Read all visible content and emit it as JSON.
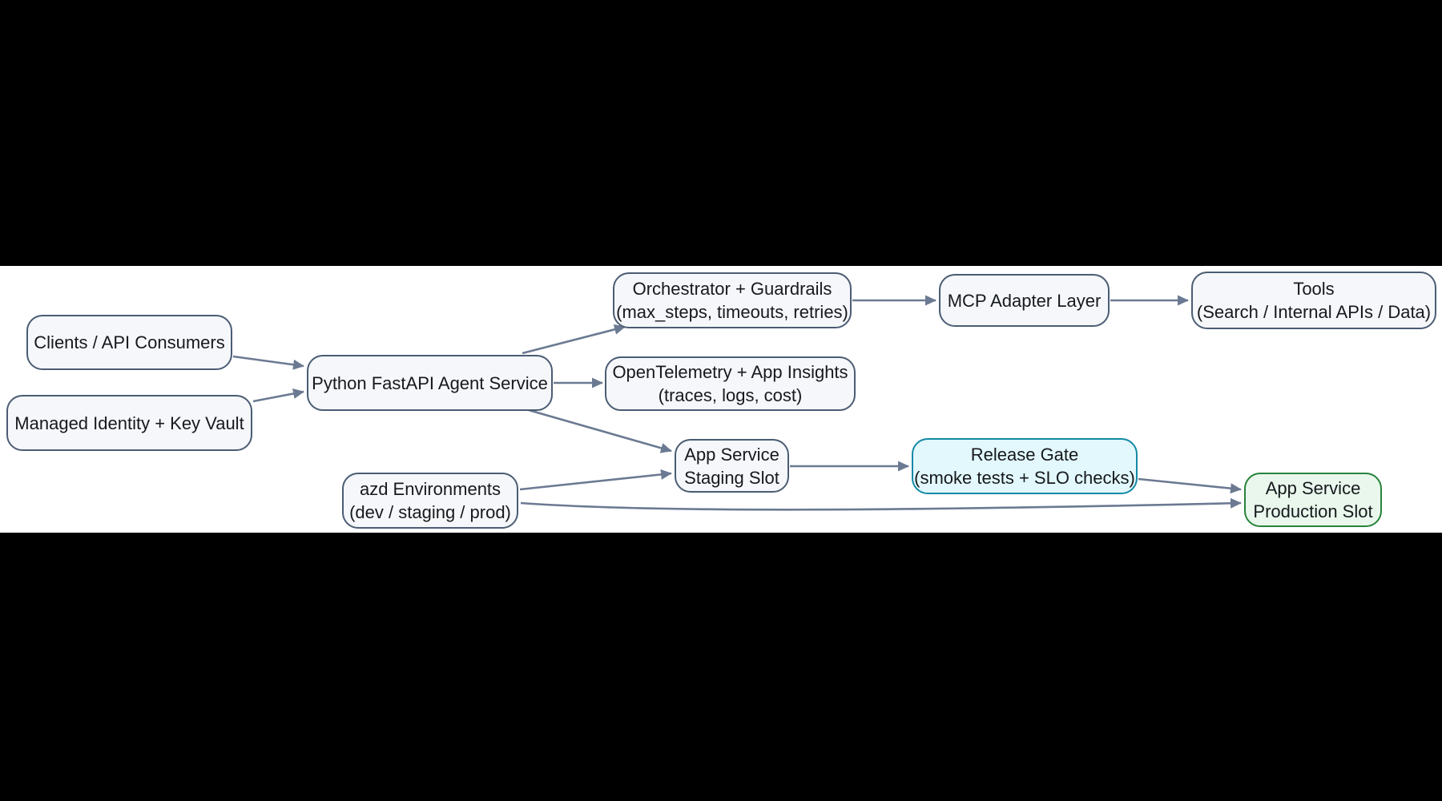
{
  "diagram": {
    "type": "flowchart",
    "nodes": [
      {
        "id": "clients",
        "label": "Clients / API Consumers"
      },
      {
        "id": "managed-identity",
        "label": "Managed Identity + Key Vault"
      },
      {
        "id": "fastapi-service",
        "label": "Python FastAPI Agent Service"
      },
      {
        "id": "orchestrator",
        "label": "Orchestrator + Guardrails",
        "sublabel": "(max_steps, timeouts, retries)"
      },
      {
        "id": "opentelemetry",
        "label": "OpenTelemetry + App Insights",
        "sublabel": "(traces, logs, cost)"
      },
      {
        "id": "mcp-adapter",
        "label": "MCP Adapter Layer"
      },
      {
        "id": "tools",
        "label": "Tools",
        "sublabel": "(Search / Internal APIs / Data)"
      },
      {
        "id": "staging-slot",
        "label": "App Service",
        "sublabel": "Staging Slot"
      },
      {
        "id": "azd-environments",
        "label": "azd Environments",
        "sublabel": "(dev / staging / prod)"
      },
      {
        "id": "release-gate",
        "label": "Release Gate",
        "sublabel": "(smoke tests + SLO checks)"
      },
      {
        "id": "production-slot",
        "label": "App Service",
        "sublabel": "Production Slot"
      }
    ],
    "edges": [
      {
        "from": "clients",
        "to": "fastapi-service"
      },
      {
        "from": "managed-identity",
        "to": "fastapi-service"
      },
      {
        "from": "fastapi-service",
        "to": "orchestrator"
      },
      {
        "from": "fastapi-service",
        "to": "opentelemetry"
      },
      {
        "from": "fastapi-service",
        "to": "staging-slot"
      },
      {
        "from": "orchestrator",
        "to": "mcp-adapter"
      },
      {
        "from": "mcp-adapter",
        "to": "tools"
      },
      {
        "from": "staging-slot",
        "to": "release-gate"
      },
      {
        "from": "release-gate",
        "to": "production-slot"
      },
      {
        "from": "azd-environments",
        "to": "staging-slot"
      },
      {
        "from": "azd-environments",
        "to": "production-slot"
      }
    ],
    "colors": {
      "background": "#000000",
      "band": "#ffffff",
      "node_fill": "#f5f7fa",
      "node_border": "#4b5c73",
      "edge": "#6b7a92",
      "text": "#16191d",
      "release_gate_fill": "#e2f8fc",
      "release_gate_border": "#1489a5",
      "production_fill": "#e9f7ec",
      "production_border": "#27833c"
    }
  }
}
